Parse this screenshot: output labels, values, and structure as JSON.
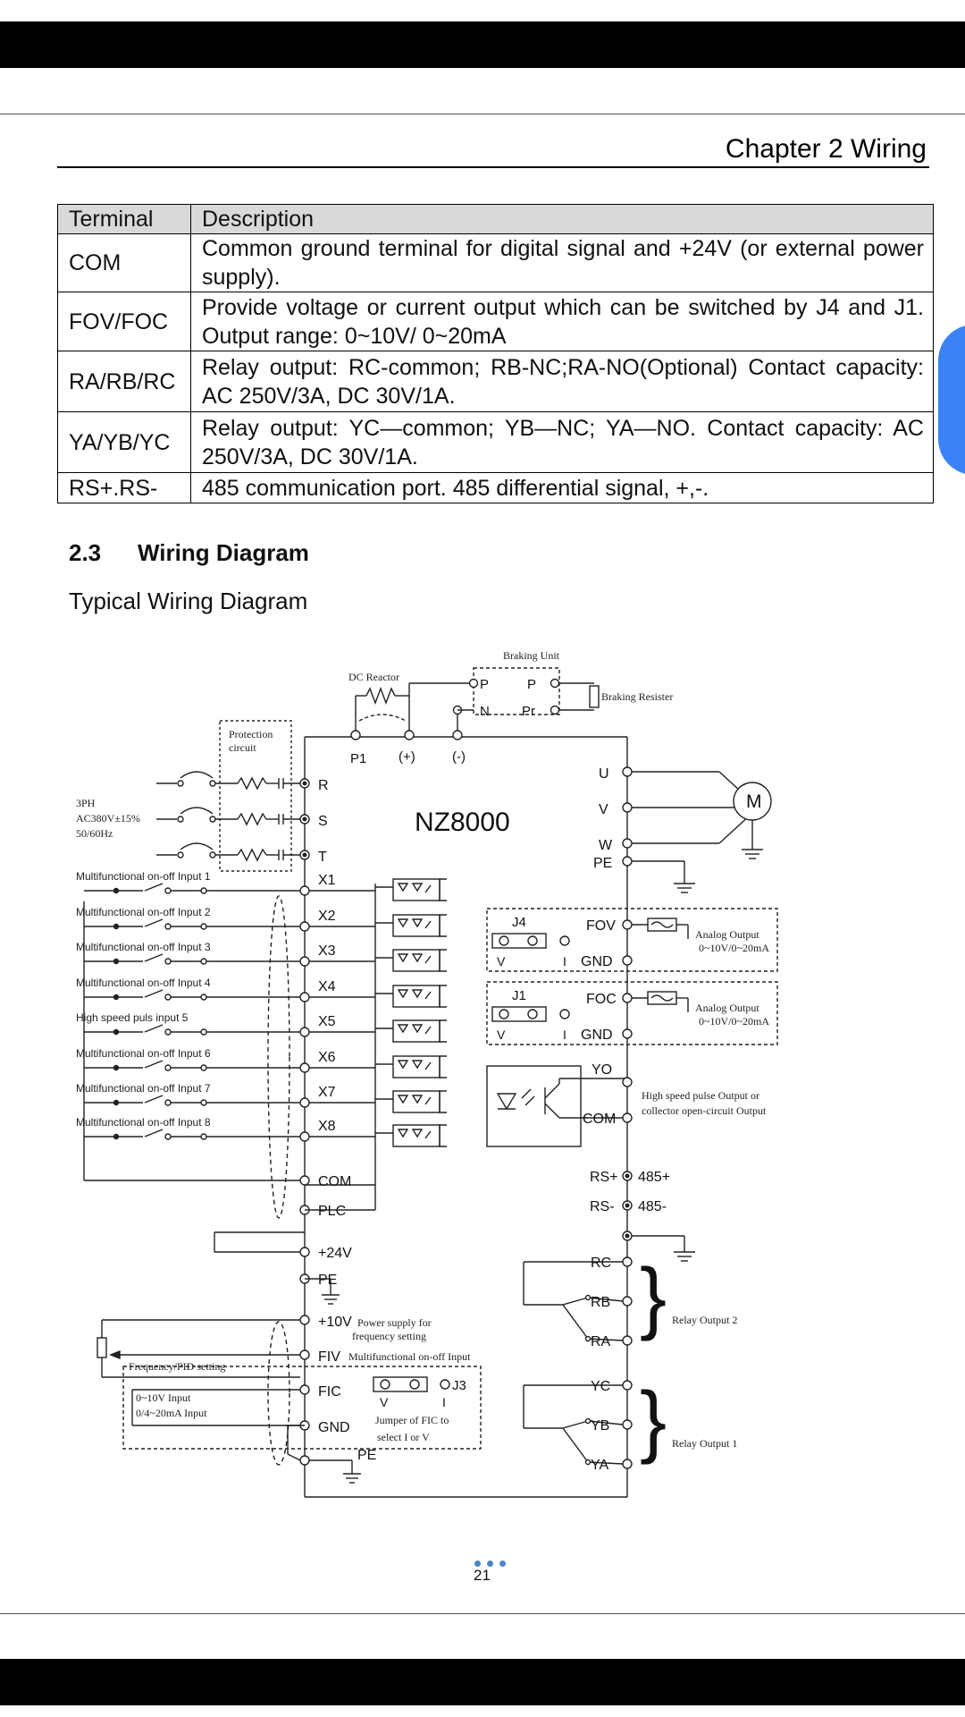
{
  "header": {
    "chapter": "Chapter 2 Wiring"
  },
  "table": {
    "headers": [
      "Terminal",
      "Description"
    ],
    "rows": [
      {
        "terminal": "COM",
        "description": "Common ground terminal for digital signal and +24V (or external power supply)."
      },
      {
        "terminal": "FOV/FOC",
        "description": "Provide voltage or current output which can be switched by J4 and J1. Output range: 0~10V/ 0~20mA"
      },
      {
        "terminal": "RA/RB/RC",
        "description": "Relay output: RC-common; RB-NC;RA-NO(Optional) Contact capacity: AC 250V/3A, DC 30V/1A."
      },
      {
        "terminal": "YA/YB/YC",
        "description": "Relay output: YC—common; YB—NC; YA—NO. Contact capacity: AC 250V/3A, DC 30V/1A."
      },
      {
        "terminal": "RS+.RS-",
        "description": "485 communication port. 485 differential signal, +,-."
      }
    ]
  },
  "section": {
    "number": "2.3",
    "title": "Wiring Diagram",
    "subtitle": "Typical Wiring Diagram"
  },
  "diagram": {
    "model": "NZ8000",
    "braking_unit": "Braking Unit",
    "dc_reactor": "DC Reactor",
    "braking_resister": "Braking Resister",
    "bu_p": "P",
    "bu_n": "N",
    "bu_p2": "P",
    "bu_pr": "Pr",
    "p1": "P1",
    "plus": "(+)",
    "minus": "(-)",
    "protection": [
      "Protection",
      "circuit"
    ],
    "supply": [
      "3PH",
      "AC380V±15%",
      "50/60Hz"
    ],
    "power_terminals": [
      "R",
      "S",
      "T"
    ],
    "motor_terminals": [
      "U",
      "V",
      "W",
      "PE"
    ],
    "motor": "M",
    "inputs": [
      {
        "label": "Multifunctional on-off Input 1",
        "terminal": "X1"
      },
      {
        "label": "Multifunctional on-off Input 2",
        "terminal": "X2"
      },
      {
        "label": "Multifunctional on-off Input 3",
        "terminal": "X3"
      },
      {
        "label": "Multifunctional on-off Input 4",
        "terminal": "X4"
      },
      {
        "label": "High speed puls input 5",
        "terminal": "X5"
      },
      {
        "label": "Multifunctional on-off Input 6",
        "terminal": "X6"
      },
      {
        "label": "Multifunctional on-off Input 7",
        "terminal": "X7"
      },
      {
        "label": "Multifunctional on-off Input 8",
        "terminal": "X8"
      }
    ],
    "left_terminals": [
      "COM",
      "PLC",
      "+24V",
      "PE"
    ],
    "j4": {
      "name": "J4",
      "v": "V",
      "i": "I",
      "out": "FOV",
      "gnd": "GND",
      "note": [
        "Analog Output",
        "0~10V/0~20mA"
      ]
    },
    "j1": {
      "name": "J1",
      "v": "V",
      "i": "I",
      "out": "FOC",
      "gnd": "GND",
      "note": [
        "Analog Output",
        "0~10V/0~20mA"
      ]
    },
    "yo": "YO",
    "com": "COM",
    "hs_out": [
      "High speed pulse Output or",
      "collector open-circuit Output"
    ],
    "rs_plus": "RS+",
    "rs_plus_label": "485+",
    "rs_minus": "RS-",
    "rs_minus_label": "485-",
    "relay2": {
      "terms": [
        "RC",
        "RB",
        "RA"
      ],
      "label": "Relay Output 2"
    },
    "relay1": {
      "terms": [
        "YC",
        "YB",
        "YA"
      ],
      "label": "Relay Output 1"
    },
    "analog": {
      "plus10v": "+10V",
      "plus10v_note": [
        "Power supply for",
        "frequency setting"
      ],
      "fiv": "FIV",
      "fiv_note": "Multifunctional on-off Input",
      "fic": "FIC",
      "gnd": "GND",
      "pe": "PE",
      "freq": "Frequency/PID setting",
      "range": [
        "0~10V Input",
        "0/4~20mA Input"
      ],
      "j3": "J3",
      "j3_v": "V",
      "j3_i": "I",
      "j3_note": [
        "Jumper of FIC to",
        "select I or V"
      ]
    }
  },
  "footer": {
    "page": "21"
  }
}
